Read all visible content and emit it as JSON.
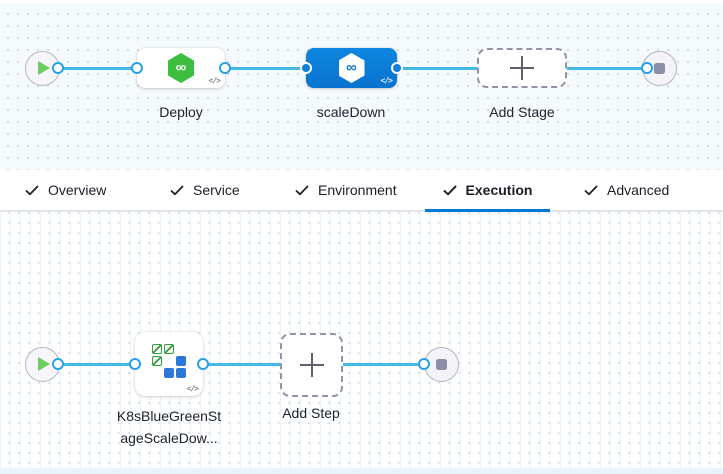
{
  "stage_pipeline": {
    "start_node": "pipeline start",
    "stages": [
      {
        "id": "deploy",
        "label": "Deploy",
        "selected": false
      },
      {
        "id": "scaleDown",
        "label": "scaleDown",
        "selected": true
      }
    ],
    "add_stage": {
      "label": "Add Stage"
    },
    "end_node": "pipeline end"
  },
  "tab_bar": {
    "tabs": [
      {
        "label": "Overview",
        "checked": true,
        "active": false
      },
      {
        "label": "Service",
        "checked": true,
        "active": false
      },
      {
        "label": "Environment",
        "checked": true,
        "active": false
      },
      {
        "label": "Execution",
        "checked": true,
        "active": true
      },
      {
        "label": "Advanced",
        "checked": true,
        "active": false
      }
    ]
  },
  "step_graph": {
    "step": {
      "label_lines": [
        "K8sBlueGreenSt",
        "ageScaleDow..."
      ],
      "type": "K8s Blue Green Stage Scale Down"
    },
    "add_step": {
      "label": "Add Step"
    }
  },
  "icons": {
    "infinity_glyph": "∞",
    "code_glyph": "</>"
  },
  "colors": {
    "primary_blue": "#0278d5",
    "selected_stage_blue": "#0b7cd7",
    "connector_blue": "#45b8ea",
    "stage_green": "#3cbf3e",
    "k8s_green": "#2f9e3b",
    "k8s_blue": "#2b78d7"
  }
}
